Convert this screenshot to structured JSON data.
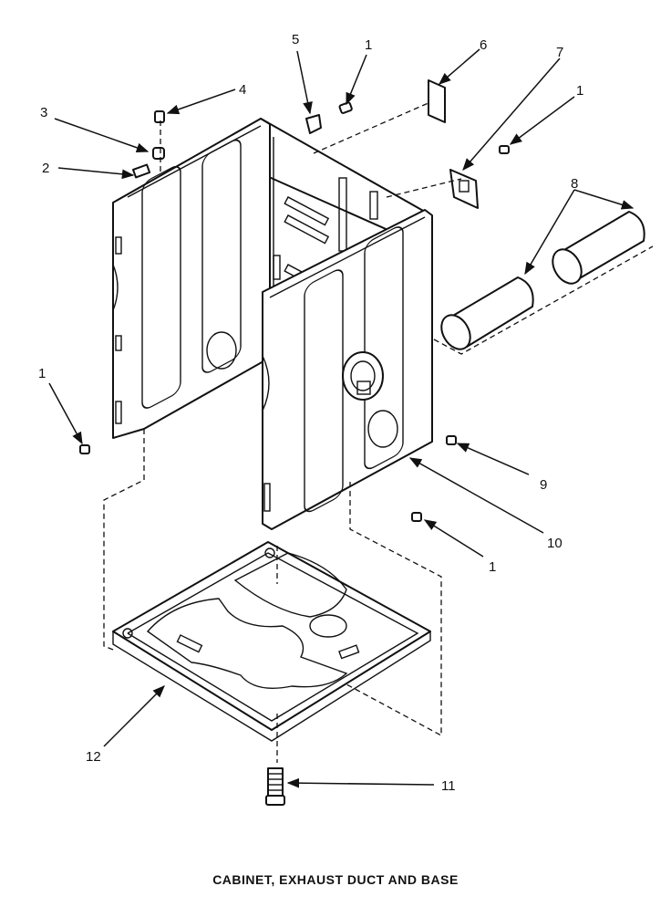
{
  "diagram": {
    "caption": "CABINET, EXHAUST DUCT AND BASE",
    "callouts": {
      "c1a": "1",
      "c1b": "1",
      "c1c": "1",
      "c1d": "1",
      "c2": "2",
      "c3": "3",
      "c4": "4",
      "c5": "5",
      "c6": "6",
      "c7": "7",
      "c8": "8",
      "c9": "9",
      "c10": "10",
      "c11": "11",
      "c12": "12"
    }
  }
}
